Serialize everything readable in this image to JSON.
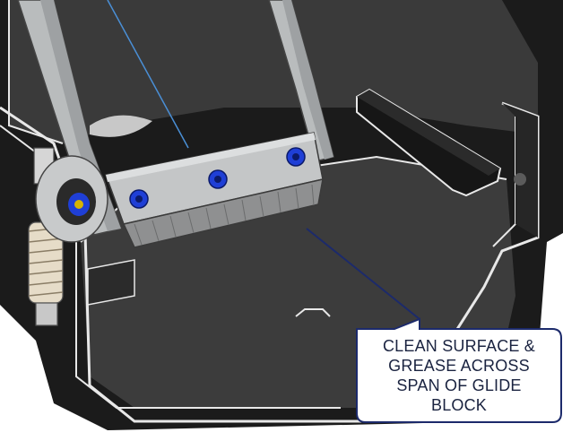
{
  "callout": {
    "lines": [
      "CLEAN SURFACE &",
      "GREASE ACROSS",
      "SPAN OF GLIDE",
      "BLOCK"
    ]
  },
  "colors": {
    "frame": "#1b1b1b",
    "plate": "#3c3c3c",
    "edge_highlight": "#e8e8e8",
    "arm": "#b9bcbd",
    "brush": "#8f9091",
    "bolt": "#1f3fd6",
    "callout_border": "#1c2a6b",
    "spring": "#e6dcc8",
    "wire": "#4a8fd6"
  },
  "icons": {
    "brush": "brush-block-icon",
    "bolt": "bolt-icon",
    "spring": "spring-icon"
  }
}
